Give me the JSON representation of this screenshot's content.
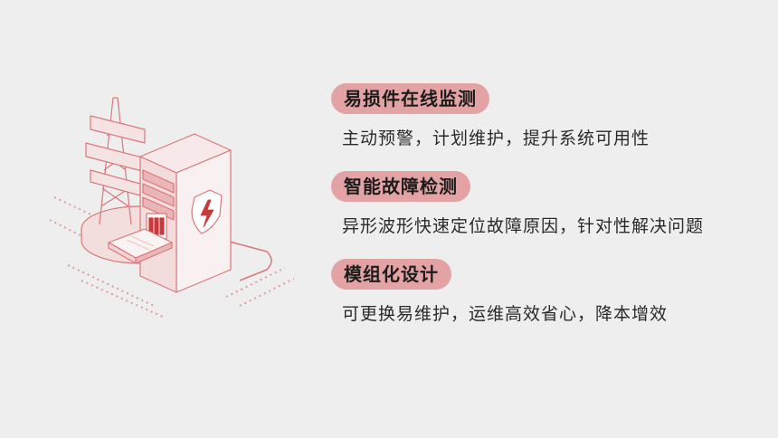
{
  "features": [
    {
      "title": "易损件在线监测",
      "desc": "主动预警，计划维护，提升系统可用性"
    },
    {
      "title": "智能故障检测",
      "desc": "异形波形快速定位故障原因，针对性解决问题"
    },
    {
      "title": "模组化设计",
      "desc": "可更换易维护，运维高效省心，降本增效"
    }
  ],
  "colors": {
    "accent": "#e3a3a4",
    "line": "#d9787a",
    "background": "#efeeee"
  },
  "icons": [
    "power-tower-icon",
    "server-cabinet-icon",
    "shield-lightning-icon"
  ]
}
